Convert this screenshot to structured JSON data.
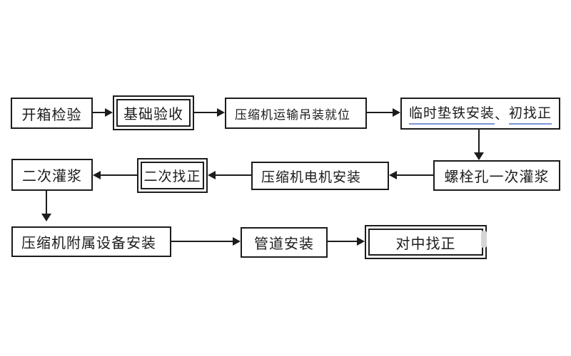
{
  "diagram": {
    "type": "flowchart",
    "background": "#ffffff",
    "colors": {
      "line": "#1c1c1c",
      "box_border": "#1c1c1c",
      "text": "#1c1c1c",
      "underline_accent": "#7a96d8"
    }
  },
  "nodes": [
    {
      "label": "开箱检验",
      "border": "single"
    },
    {
      "label": "基础验收",
      "border": "double"
    },
    {
      "label": "压缩机运输吊装就位",
      "border": "single"
    },
    {
      "label": "临时垫铁安装、初找正",
      "border": "single",
      "parts": [
        {
          "text": "临时垫铁安装",
          "underlined": true
        },
        {
          "text": "、",
          "underlined": false
        },
        {
          "text": "初找正",
          "underlined": true
        }
      ]
    },
    {
      "label": "螺栓孔一次灌浆",
      "border": "single"
    },
    {
      "label": "压缩机电机安装",
      "border": "single"
    },
    {
      "label": "二次找正",
      "border": "double"
    },
    {
      "label": "二次灌浆",
      "border": "single"
    },
    {
      "label": "压缩机附属设备安装",
      "border": "single"
    },
    {
      "label": "管道安装",
      "border": "single"
    },
    {
      "label": "对中找正",
      "border": "double"
    }
  ],
  "edges": [
    {
      "from": "开箱检验",
      "to": "基础验收",
      "direction": "right"
    },
    {
      "from": "基础验收",
      "to": "压缩机运输吊装就位",
      "direction": "right"
    },
    {
      "from": "压缩机运输吊装就位",
      "to": "临时垫铁安装、初找正",
      "direction": "right"
    },
    {
      "from": "临时垫铁安装、初找正",
      "to": "螺栓孔一次灌浆",
      "direction": "down"
    },
    {
      "from": "螺栓孔一次灌浆",
      "to": "压缩机电机安装",
      "direction": "left"
    },
    {
      "from": "压缩机电机安装",
      "to": "二次找正",
      "direction": "left"
    },
    {
      "from": "二次找正",
      "to": "二次灌浆",
      "direction": "left"
    },
    {
      "from": "二次灌浆",
      "to": "压缩机附属设备安装",
      "direction": "down"
    },
    {
      "from": "压缩机附属设备安装",
      "to": "管道安装",
      "direction": "right"
    },
    {
      "from": "管道安装",
      "to": "对中找正",
      "direction": "right"
    }
  ]
}
